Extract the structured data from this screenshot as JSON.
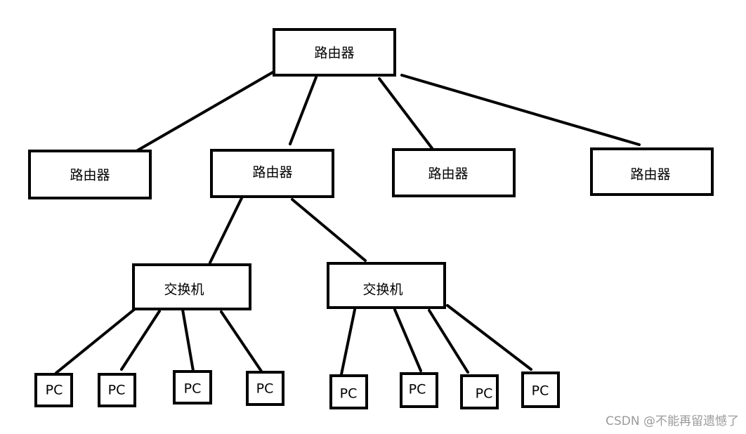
{
  "diagram": {
    "routers": {
      "top": "路由器",
      "level2": [
        "路由器",
        "路由器",
        "路由器",
        "路由器"
      ]
    },
    "switches": [
      "交换机",
      "交换机"
    ],
    "pcs": [
      "PC",
      "PC",
      "PC",
      "PC",
      "PC",
      "PC",
      "PC",
      "PC"
    ]
  },
  "watermark": "CSDN @不能再留遗憾了",
  "colors": {
    "line": "#000000",
    "box_border": "#000000",
    "watermark": "#9a9a9a"
  }
}
